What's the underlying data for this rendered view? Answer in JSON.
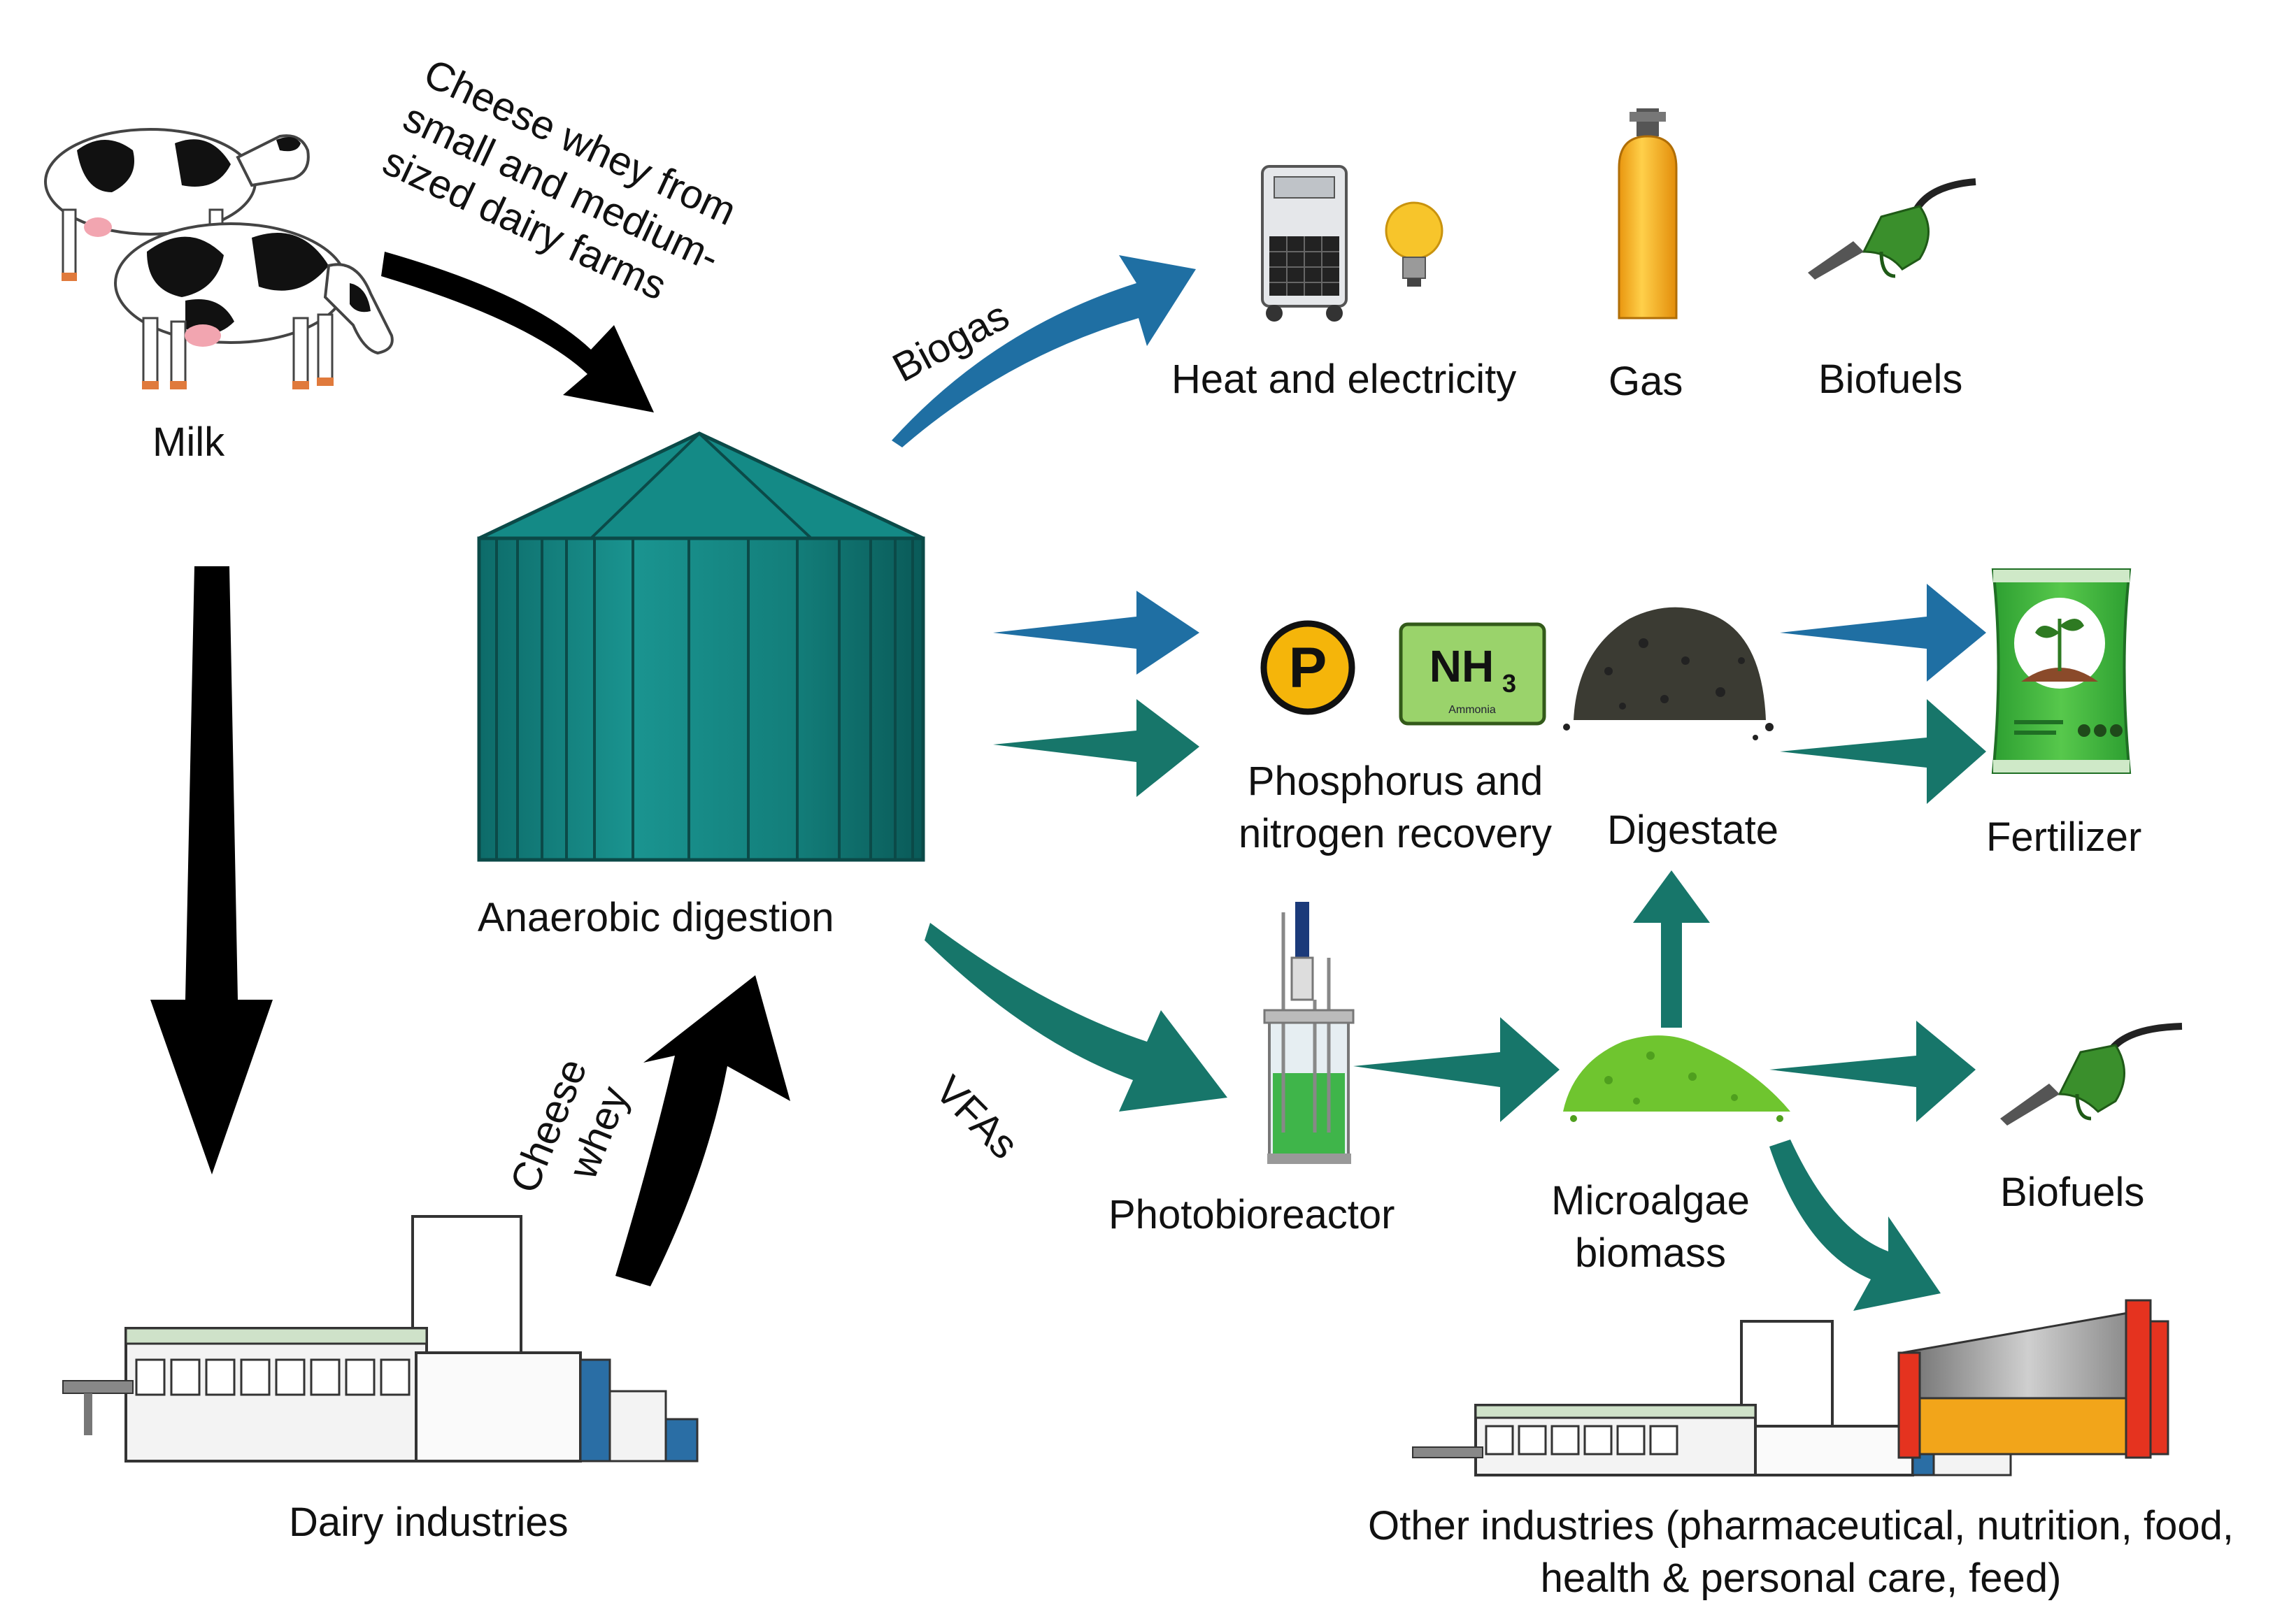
{
  "labels": {
    "milk": "Milk",
    "cheese_whey_farms": [
      "Cheese whey from",
      "small and medium-",
      "sized dairy farms"
    ],
    "biogas": "Biogas",
    "heat_electricity": "Heat and electricity",
    "gas": "Gas",
    "biofuels_top": "Biofuels",
    "anaerobic_digestion": "Anaerobic digestion",
    "phosphorus_recovery": [
      "Phosphorus and",
      "nitrogen recovery"
    ],
    "digestate": "Digestate",
    "fertilizer": "Fertilizer",
    "vfas": "VFAs",
    "cheese_whey": [
      "Cheese",
      "whey"
    ],
    "photobioreactor": "Photobioreactor",
    "microalgae_biomass": [
      "Microalgae",
      "biomass"
    ],
    "biofuels_bottom": "Biofuels",
    "dairy_industries": "Dairy industries",
    "other_industries": [
      "Other industries (pharmaceutical, nutrition, food,",
      "health & personal care, feed)"
    ]
  },
  "icon_text": {
    "phosphorus_symbol": "P",
    "ammonia_symbol": "NH",
    "ammonia_subscript": "3",
    "ammonia_caption": "Ammonia"
  },
  "colors": {
    "blue_arrow": "#1f6fa3",
    "teal_arrow": "#17766a",
    "black_arrow": "#000000",
    "silo": "#158a86",
    "algae": "#6fc52f",
    "fertilizer_bag": "#3fb53c",
    "gas_cylinder": "#f7b51c",
    "pump_nozzle": "#3a8f2c"
  }
}
